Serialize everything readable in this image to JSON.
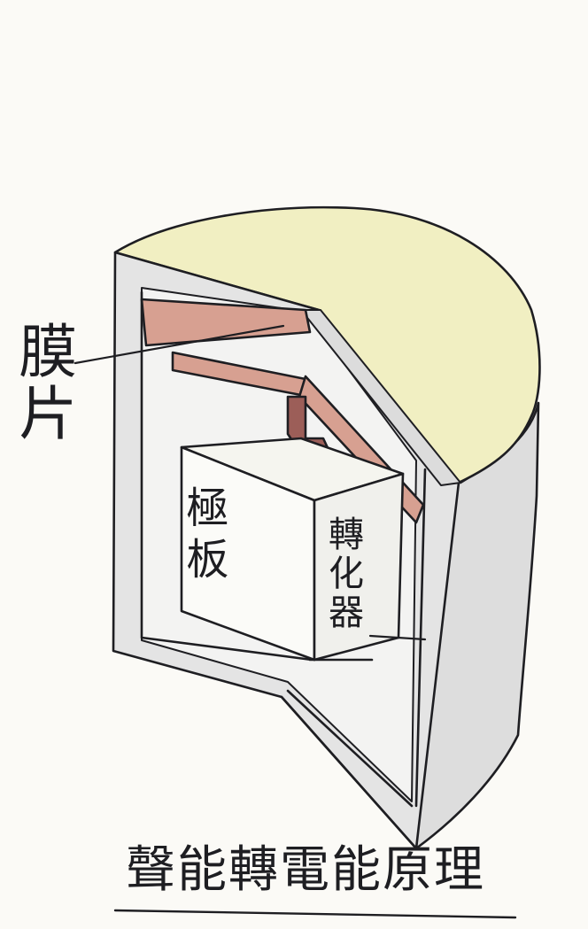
{
  "labels": {
    "membrane": "膜片",
    "electrode": "極板",
    "converter": "轉化器",
    "title": "聲能轉電能原理"
  },
  "colors": {
    "paper": "#fbfaf6",
    "top_face": "#f1efc2",
    "housing_face": "#e4e4e4",
    "housing_inner": "#eeeeee",
    "membrane": "#d7a091",
    "connector": "#9c5e58",
    "ink": "#1e1e22"
  }
}
